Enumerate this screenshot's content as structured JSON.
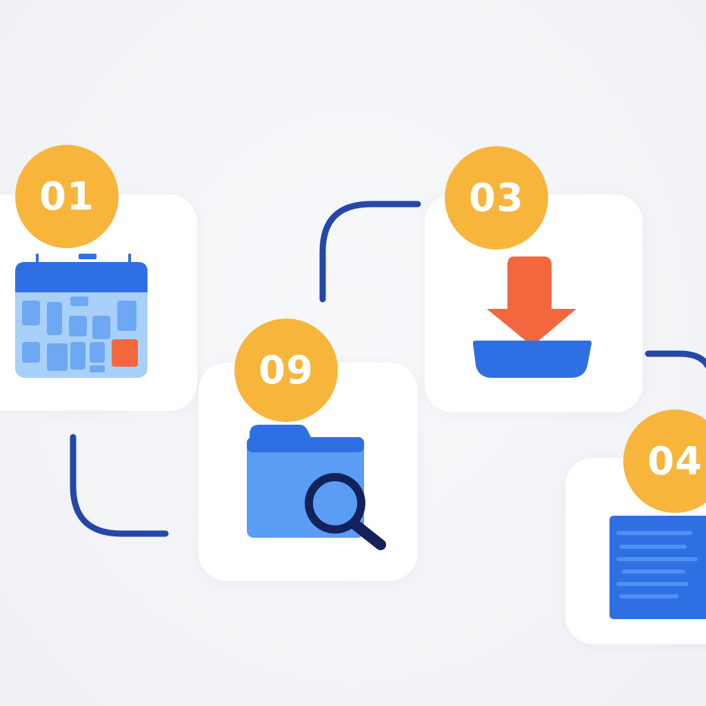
{
  "steps": [
    {
      "number": "01",
      "icon": "calendar-icon"
    },
    {
      "number": "09",
      "icon": "folder-search-icon"
    },
    {
      "number": "03",
      "icon": "download-tray-icon"
    },
    {
      "number": "04",
      "icon": "document-icon"
    }
  ],
  "colors": {
    "badge": "#f7b53c",
    "primary_blue": "#2f6fe4",
    "light_blue": "#5b9cf5",
    "pale_blue": "#a9d0f8",
    "accent_orange": "#f4673e",
    "connector": "#2447a8",
    "navy": "#13225a",
    "card": "#ffffff"
  }
}
